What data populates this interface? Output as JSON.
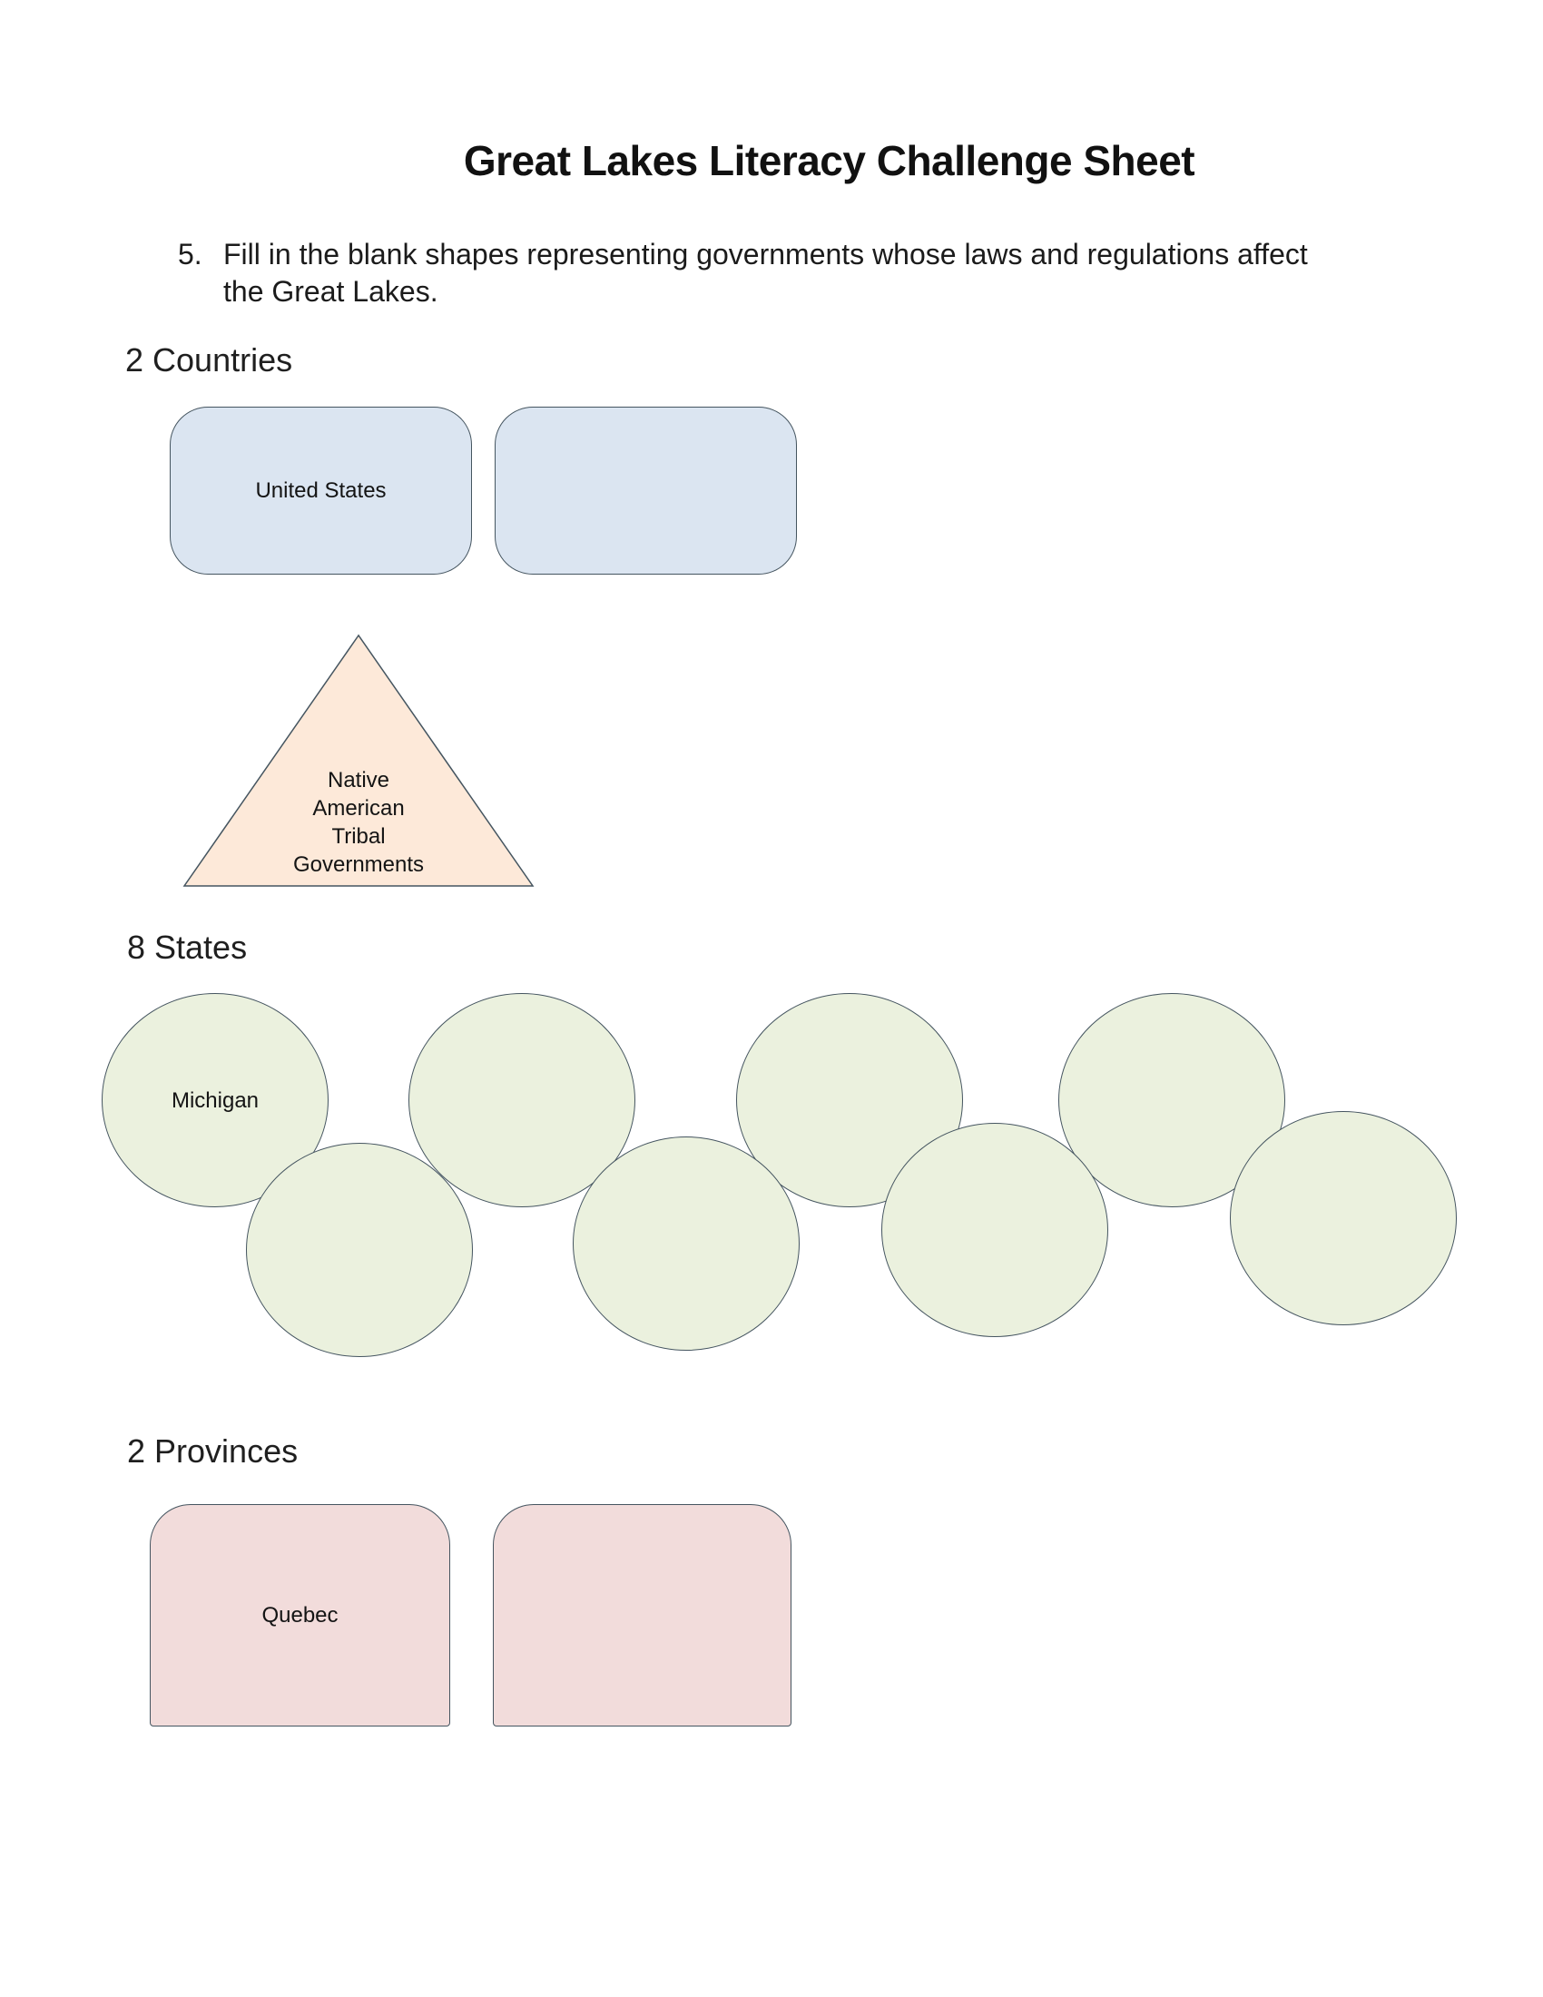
{
  "title": "Great Lakes Literacy Challenge Sheet",
  "question": {
    "number": "5.",
    "text": "Fill in the blank shapes representing governments whose laws and regulations affect\nthe Great Lakes."
  },
  "countries": {
    "heading": "2 Countries",
    "shape_type": "rounded-rectangle",
    "fill_color": "#dbe5f1",
    "shapes": [
      {
        "label": "United States"
      },
      {
        "label": ""
      }
    ]
  },
  "tribal": {
    "shape_type": "triangle",
    "fill_color": "#fde9d9",
    "label": "Native\nAmerican\nTribal\nGovernments"
  },
  "states": {
    "heading": "8 States",
    "shape_type": "circle",
    "fill_color": "#ebf1de",
    "shapes": [
      {
        "label": "Michigan"
      },
      {
        "label": ""
      },
      {
        "label": ""
      },
      {
        "label": ""
      },
      {
        "label": ""
      },
      {
        "label": ""
      },
      {
        "label": ""
      },
      {
        "label": ""
      }
    ]
  },
  "provinces": {
    "heading": "2 Provinces",
    "shape_type": "round-top-rectangle",
    "fill_color": "#f2dcdb",
    "shapes": [
      {
        "label": "Quebec"
      },
      {
        "label": ""
      }
    ]
  },
  "border_color": "#455560"
}
